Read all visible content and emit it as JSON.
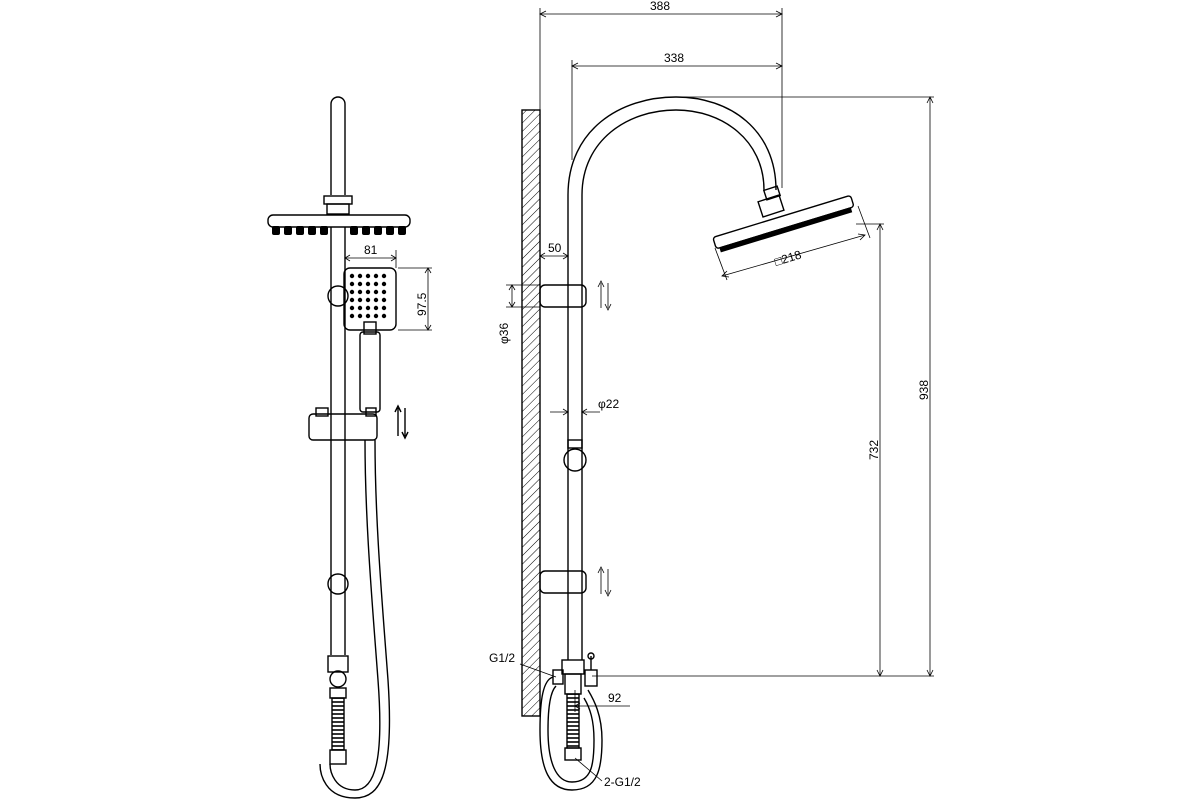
{
  "dimensions": {
    "width_388": "388",
    "width_338": "338",
    "offset_50": "50",
    "width_81": "81",
    "height_97_5": "97.5",
    "dia_36": "φ36",
    "dia_22": "φ22",
    "head_218": "□218",
    "height_938": "938",
    "height_732": "732",
    "offset_92": "92",
    "thread_g12": "G1/2",
    "thread_2g12": "2-G1/2"
  }
}
